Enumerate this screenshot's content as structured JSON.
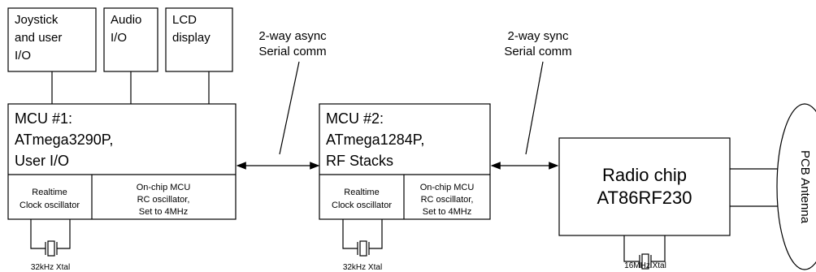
{
  "io_blocks": {
    "joystick": [
      "Joystick",
      "and user",
      "I/O"
    ],
    "audio": [
      "Audio",
      "I/O"
    ],
    "lcd": [
      "LCD",
      "display"
    ]
  },
  "mcu1": {
    "title": [
      "MCU #1:",
      "ATmega3290P,",
      "User I/O"
    ],
    "rtc": [
      "Realtime",
      "Clock oscillator"
    ],
    "rc": [
      "On-chip MCU",
      "RC oscillator,",
      "Set to 4MHz"
    ],
    "xtal": "32kHz Xtal"
  },
  "mcu2": {
    "title": [
      "MCU #2:",
      "ATmega1284P,",
      "RF Stacks"
    ],
    "rtc": [
      "Realtime",
      "Clock oscillator"
    ],
    "rc": [
      "On-chip MCU",
      "RC oscillator,",
      "Set to 4MHz"
    ],
    "xtal": "32kHz Xtal"
  },
  "radio": {
    "title": [
      "Radio chip",
      "AT86RF230"
    ],
    "xtal": "16MHz Xtal"
  },
  "links": {
    "async": [
      "2-way async",
      "Serial comm"
    ],
    "sync": [
      "2-way sync",
      "Serial comm"
    ]
  },
  "antenna": "PCB Antenna"
}
